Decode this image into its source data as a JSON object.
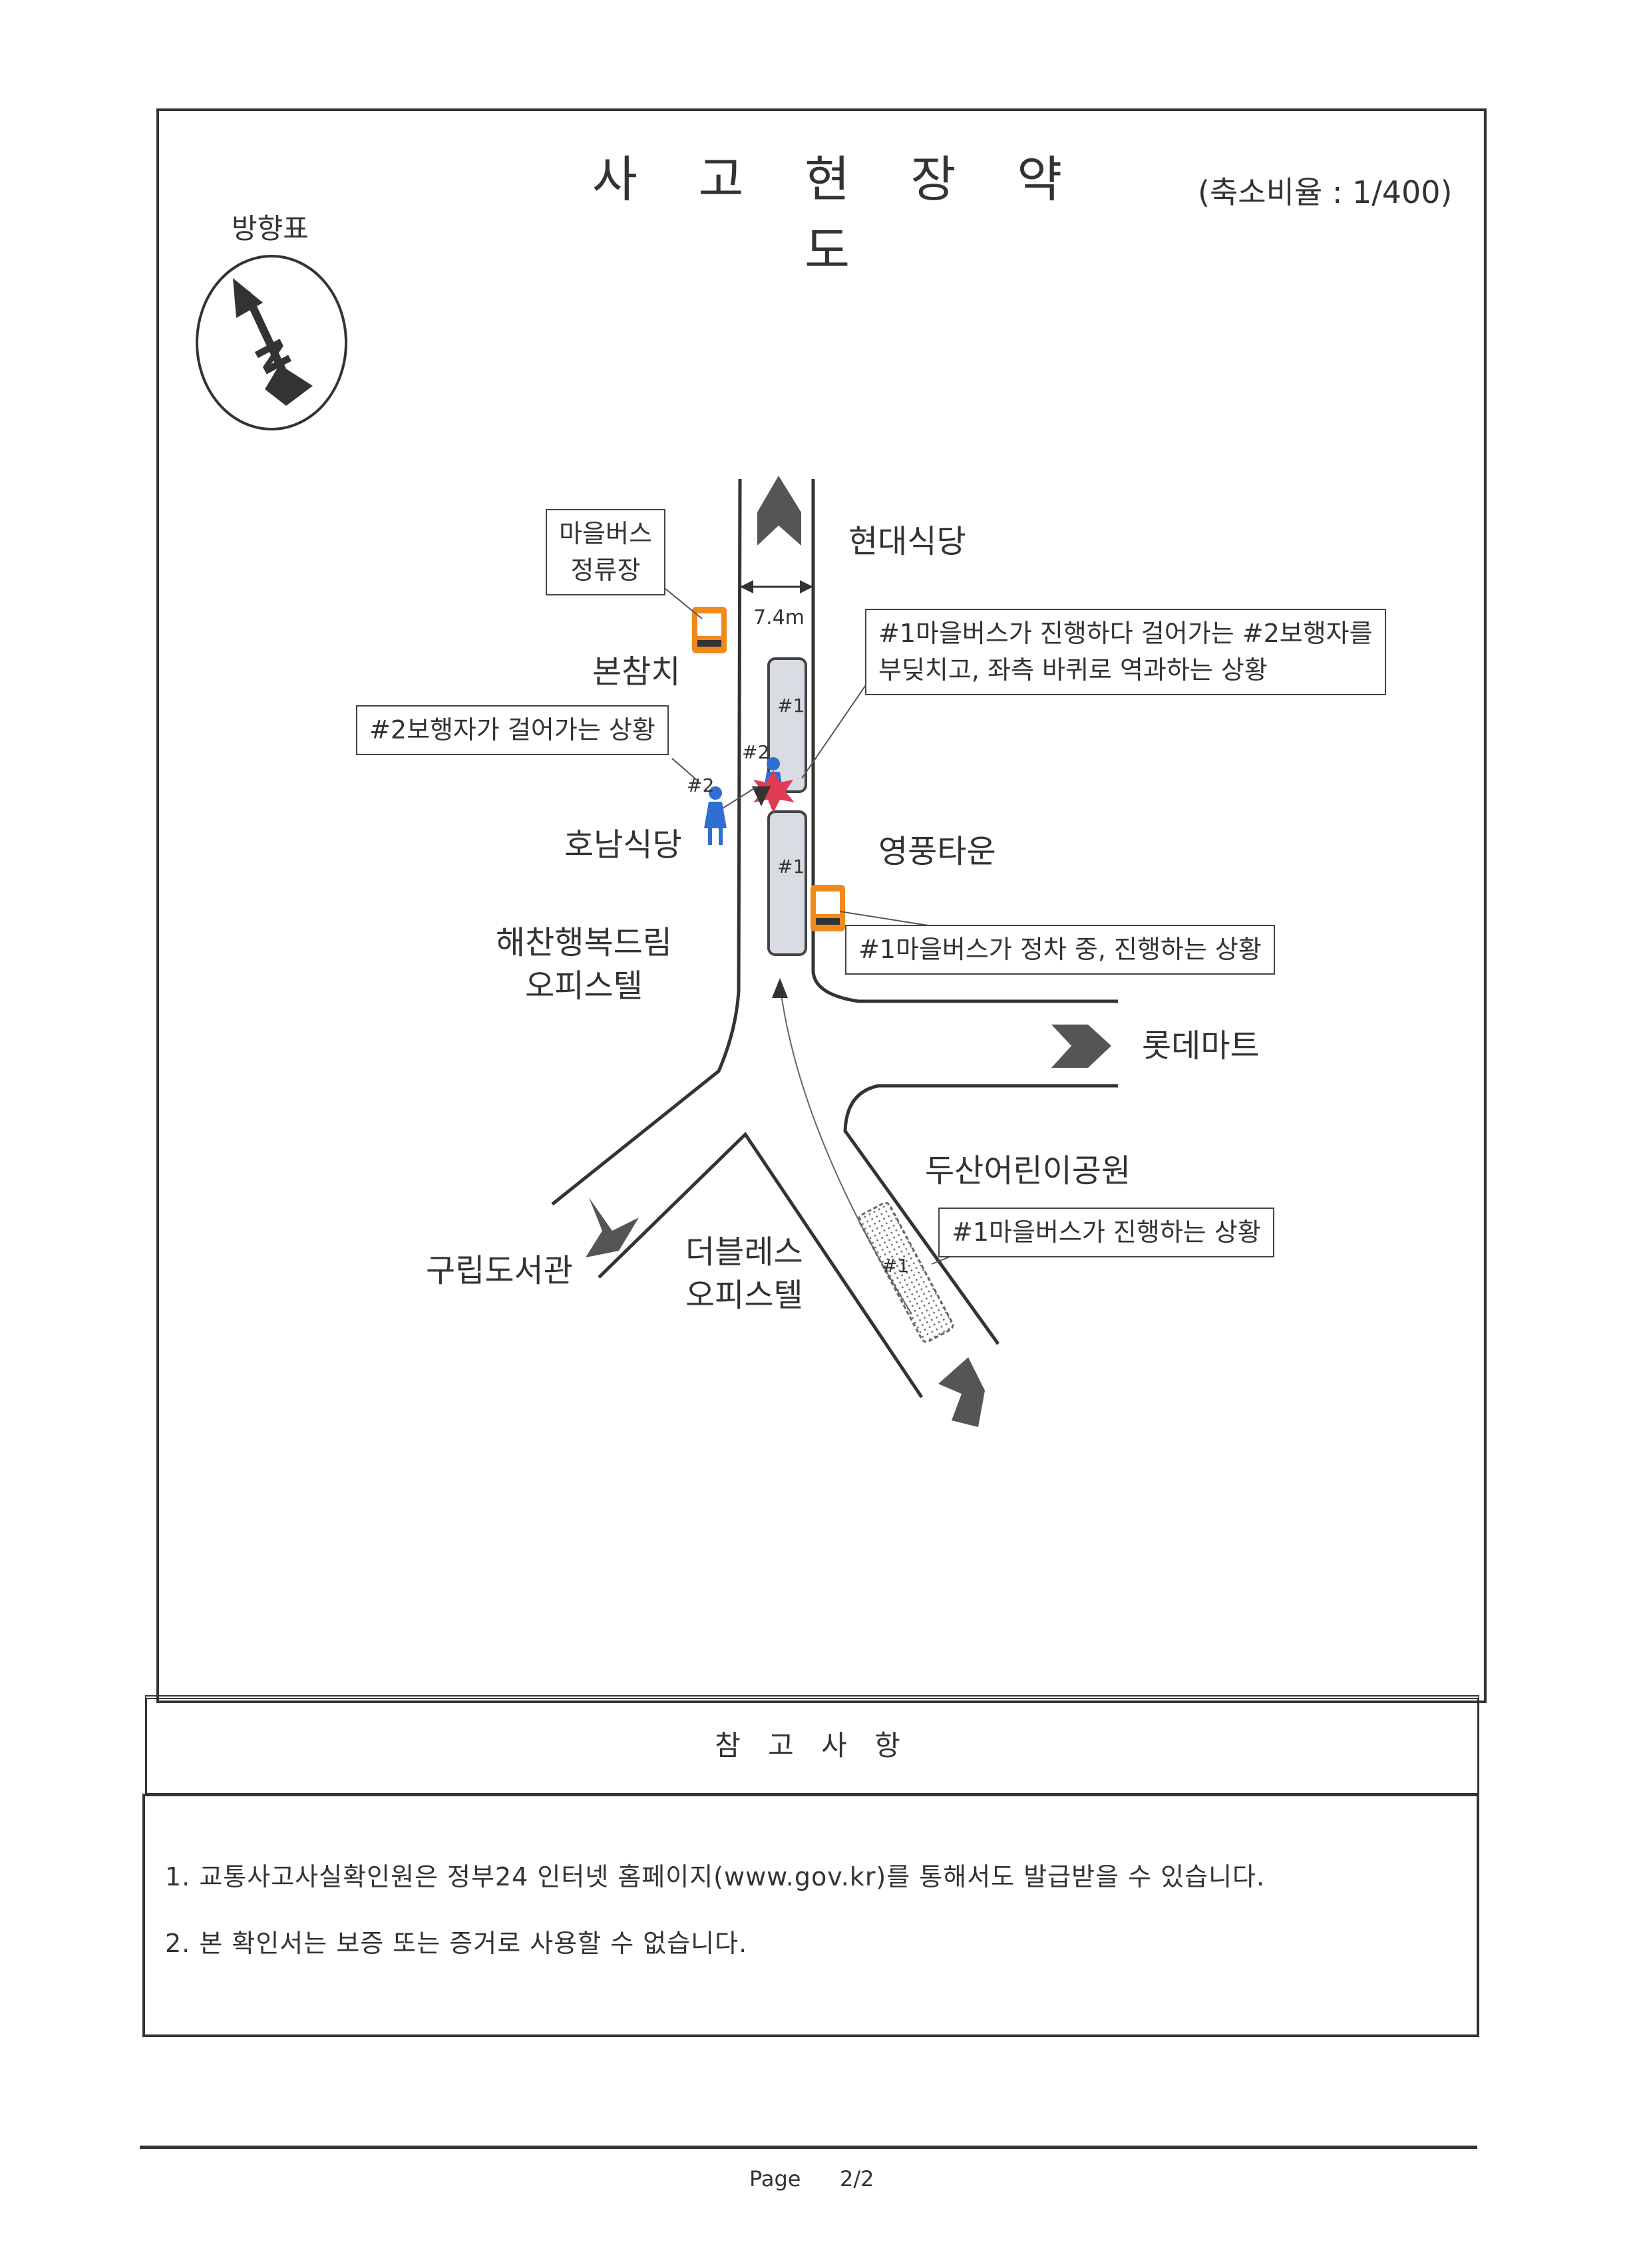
{
  "document": {
    "title": "사 고 현 장 약 도",
    "scale": "(축소비율 : 1/400)",
    "compass_label": "방향표",
    "compass_icon": "north-arrow-icon",
    "road_width": "7.4m"
  },
  "places": {
    "hyundai": "현대식당",
    "boncham": "본참치",
    "honam": "호남식당",
    "yeongpung": "영풍타운",
    "haechan_line1": "해찬행복드림",
    "haechan_line2": "오피스텔",
    "lotte": "롯데마트",
    "doosan": "두산어린이공원",
    "gurip": "구립도서관",
    "double_line1": "더블레스",
    "double_line2": "오피스텔"
  },
  "callouts": {
    "bus_stop_line1": "마을버스",
    "bus_stop_line2": "정류장",
    "collision_line1": "#1마을버스가 진행하다 걸어가는 #2보행자를",
    "collision_line2": "부딪치고, 좌측 바퀴로 역과하는 상황",
    "pedestrian": "#2보행자가 걸어가는 상황",
    "stopped": "#1마을버스가 정차 중, 진행하는 상황",
    "moving": "#1마을버스가 진행하는 상황"
  },
  "markers": {
    "bus1": "#1",
    "ped2": "#2"
  },
  "reference": {
    "title": "참 고 사 항",
    "notes": [
      "1. 교통사고사실확인원은 정부24 인터넷 홈페이지(www.gov.kr)를 통해서도 발급받을 수 있습니다.",
      "2. 본 확인서는 보증 또는 증거로 사용할 수 없습니다."
    ]
  },
  "footer": {
    "page_label": "Page",
    "page_number": "2/2"
  },
  "colors": {
    "bus_fill": "#d9dce3",
    "pedestrian": "#2f6fd0",
    "collision": "#e03a55",
    "bus_stop": "#f08a1c"
  }
}
